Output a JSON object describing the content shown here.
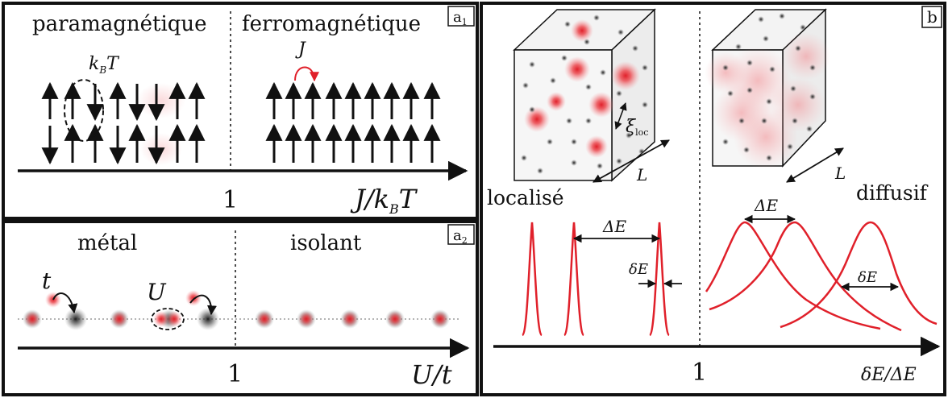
{
  "panel_a1": {
    "tag": "a",
    "tag_sub": "1",
    "left_label": "paramagnétique",
    "right_label": "ferromagnétique",
    "thermal_label": "k",
    "thermal_sub": "B",
    "thermal_suffix": "T",
    "coupling_label": "J",
    "tick_label": "1",
    "axis_label_num": "J/k",
    "axis_label_sub": "B",
    "axis_label_suffix": "T"
  },
  "panel_a2": {
    "tag": "a",
    "tag_sub": "2",
    "left_label": "métal",
    "right_label": "isolant",
    "hopping_label": "t",
    "interaction_label": "U",
    "tick_label": "1",
    "axis_label": "U/t"
  },
  "panel_b": {
    "tag": "b",
    "left_label": "localisé",
    "right_label": "diffusif",
    "xi_label": "ξ",
    "xi_sub": "loc",
    "size_label_left": "L",
    "size_label_right": "L",
    "spacing_label_left": "ΔE",
    "width_label_left": "δE",
    "spacing_label_right": "ΔE",
    "width_label_right": "δE",
    "tick_label": "1",
    "axis_label": "δE/ΔE"
  },
  "colors": {
    "accent_red": "#e0202a",
    "frame": "#111111"
  }
}
